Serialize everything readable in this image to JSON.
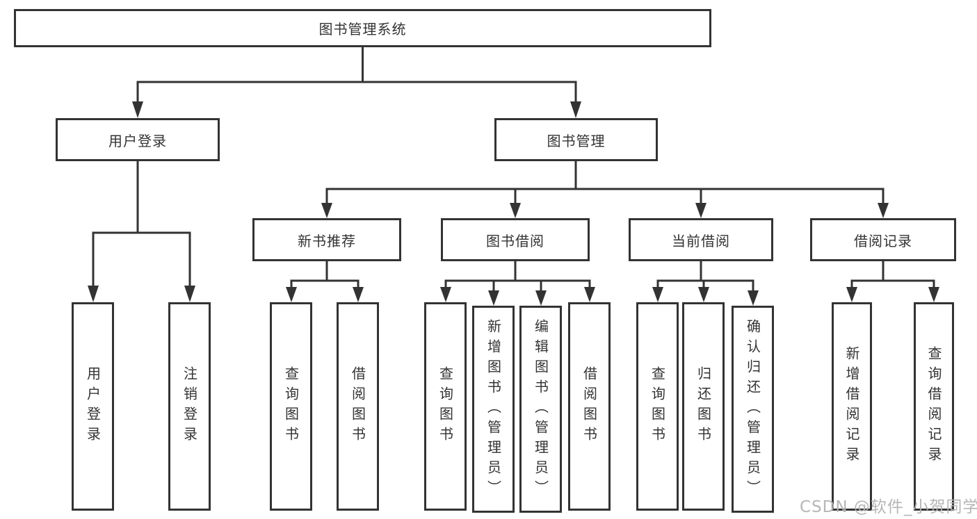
{
  "title": "图书管理系统",
  "level2": [
    {
      "label": "用户登录"
    },
    {
      "label": "图书管理"
    }
  ],
  "level3": [
    {
      "label": "新书推荐"
    },
    {
      "label": "图书借阅"
    },
    {
      "label": "当前借阅"
    },
    {
      "label": "借阅记录"
    }
  ],
  "leaves": [
    {
      "label": "用户登录"
    },
    {
      "label": "注销登录"
    },
    {
      "label": "查询图书"
    },
    {
      "label": "借阅图书"
    },
    {
      "label": "查询图书"
    },
    {
      "label": "新增图书（管理员）"
    },
    {
      "label": "编辑图书（管理员）"
    },
    {
      "label": "借阅图书"
    },
    {
      "label": "查询图书"
    },
    {
      "label": "归还图书"
    },
    {
      "label": "确认归还（管理员）"
    },
    {
      "label": "新增借阅记录"
    },
    {
      "label": "查询借阅记录"
    }
  ],
  "watermark": "CSDN @软件_小贺同学",
  "colors": {
    "line": "#333333",
    "box_border": "#333333",
    "text": "#333333",
    "watermark": "#b2b2b2",
    "background": "#ffffff"
  }
}
